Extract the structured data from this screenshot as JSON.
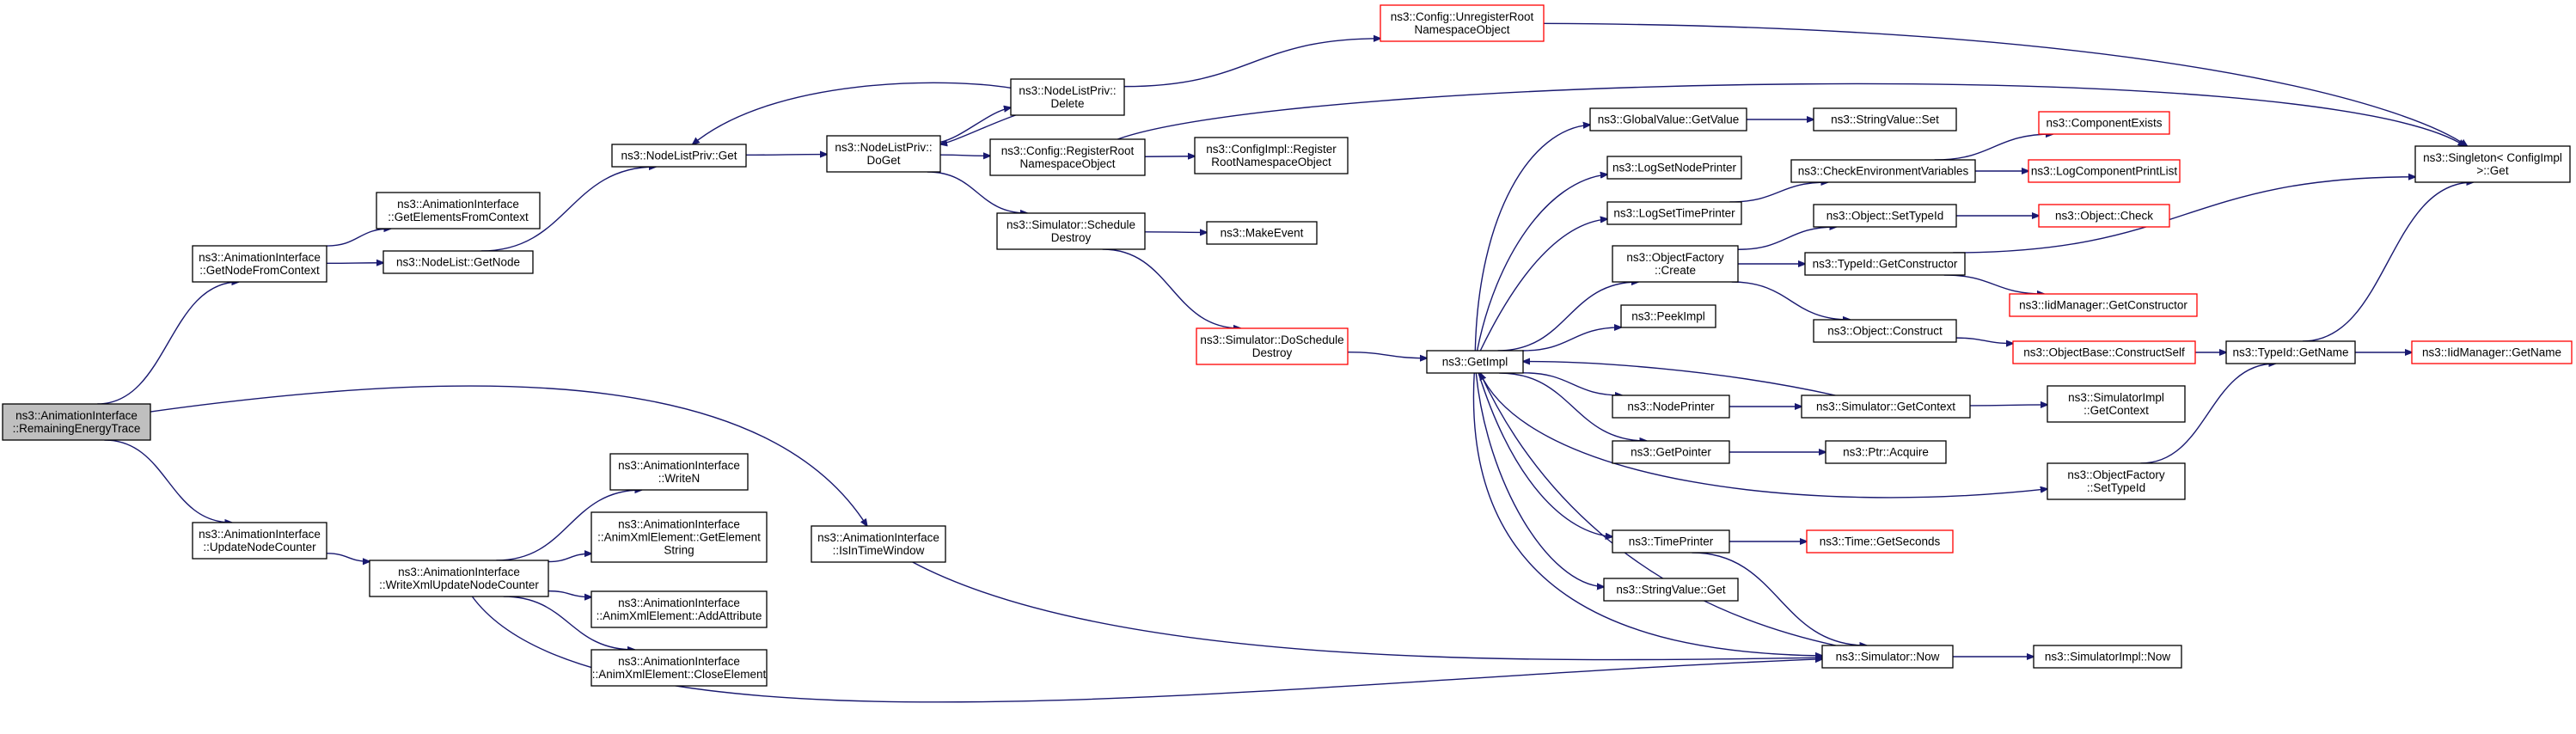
{
  "graph": {
    "edge_color": "#191970",
    "normal_border": "#000000",
    "truncated_border": "#ff0000",
    "root_fill": "#bfbfbf",
    "nodes": [
      {
        "id": "remaining",
        "lines": [
          "ns3::AnimationInterface",
          "::RemainingEnergyTrace"
        ],
        "style": "root"
      },
      {
        "id": "getnodefromctx",
        "lines": [
          "ns3::AnimationInterface",
          "::GetNodeFromContext"
        ],
        "style": "normal"
      },
      {
        "id": "updatenodecounter",
        "lines": [
          "ns3::AnimationInterface",
          "::UpdateNodeCounter"
        ],
        "style": "normal"
      },
      {
        "id": "isintimewindow",
        "lines": [
          "ns3::AnimationInterface",
          "::IsInTimeWindow"
        ],
        "style": "normal"
      },
      {
        "id": "getelemfromctx",
        "lines": [
          "ns3::AnimationInterface",
          "::GetElementsFromContext"
        ],
        "style": "normal"
      },
      {
        "id": "nodelistgetnode",
        "lines": [
          "ns3::NodeList::GetNode"
        ],
        "style": "normal"
      },
      {
        "id": "nodelistprivget",
        "lines": [
          "ns3::NodeListPriv::Get"
        ],
        "style": "normal"
      },
      {
        "id": "nodelistprivdoget",
        "lines": [
          "ns3::NodeListPriv::",
          "DoGet"
        ],
        "style": "normal"
      },
      {
        "id": "nodelistprivdelete",
        "lines": [
          "ns3::NodeListPriv::",
          "Delete"
        ],
        "style": "normal"
      },
      {
        "id": "configunregister",
        "lines": [
          "ns3::Config::UnregisterRoot",
          "NamespaceObject"
        ],
        "style": "truncated"
      },
      {
        "id": "configregister",
        "lines": [
          "ns3::Config::RegisterRoot",
          "NamespaceObject"
        ],
        "style": "normal"
      },
      {
        "id": "configimplregister",
        "lines": [
          "ns3::ConfigImpl::Register",
          "RootNamespaceObject"
        ],
        "style": "normal"
      },
      {
        "id": "simschedule",
        "lines": [
          "ns3::Simulator::Schedule",
          "Destroy"
        ],
        "style": "normal"
      },
      {
        "id": "makeevent",
        "lines": [
          "ns3::MakeEvent"
        ],
        "style": "normal"
      },
      {
        "id": "simdoschedule",
        "lines": [
          "ns3::Simulator::DoSchedule",
          "Destroy"
        ],
        "style": "truncated"
      },
      {
        "id": "getimpl",
        "lines": [
          "ns3::GetImpl"
        ],
        "style": "normal"
      },
      {
        "id": "globalvalueget",
        "lines": [
          "ns3::GlobalValue::GetValue"
        ],
        "style": "normal"
      },
      {
        "id": "stringvalueset",
        "lines": [
          "ns3::StringValue::Set"
        ],
        "style": "normal"
      },
      {
        "id": "logsetnodeprinter",
        "lines": [
          "ns3::LogSetNodePrinter"
        ],
        "style": "normal"
      },
      {
        "id": "logsettimeprinter",
        "lines": [
          "ns3::LogSetTimePrinter"
        ],
        "style": "normal"
      },
      {
        "id": "checkenv",
        "lines": [
          "ns3::CheckEnvironmentVariables"
        ],
        "style": "normal"
      },
      {
        "id": "componentexists",
        "lines": [
          "ns3::ComponentExists"
        ],
        "style": "truncated"
      },
      {
        "id": "logcomponentprintlist",
        "lines": [
          "ns3::LogComponentPrintList"
        ],
        "style": "truncated"
      },
      {
        "id": "objectfactorycreate",
        "lines": [
          "ns3::ObjectFactory",
          "::Create"
        ],
        "style": "normal"
      },
      {
        "id": "objectsettypeid",
        "lines": [
          "ns3::Object::SetTypeId"
        ],
        "style": "normal"
      },
      {
        "id": "objectcheck",
        "lines": [
          "ns3::Object::Check"
        ],
        "style": "truncated"
      },
      {
        "id": "typeidgetconstructor",
        "lines": [
          "ns3::TypeId::GetConstructor"
        ],
        "style": "normal"
      },
      {
        "id": "iidmanagergetconstructor",
        "lines": [
          "ns3::IidManager::GetConstructor"
        ],
        "style": "truncated"
      },
      {
        "id": "peekimpl",
        "lines": [
          "ns3::PeekImpl"
        ],
        "style": "normal"
      },
      {
        "id": "objectconstruct",
        "lines": [
          "ns3::Object::Construct"
        ],
        "style": "normal"
      },
      {
        "id": "objectbaseconstructself",
        "lines": [
          "ns3::ObjectBase::ConstructSelf"
        ],
        "style": "truncated"
      },
      {
        "id": "typeidgetname",
        "lines": [
          "ns3::TypeId::GetName"
        ],
        "style": "normal"
      },
      {
        "id": "iidmanagergetname",
        "lines": [
          "ns3::IidManager::GetName"
        ],
        "style": "truncated"
      },
      {
        "id": "singletonget",
        "lines": [
          "ns3::Singleton< ConfigImpl",
          ">::Get"
        ],
        "style": "normal"
      },
      {
        "id": "nodeprinter",
        "lines": [
          "ns3::NodePrinter"
        ],
        "style": "normal"
      },
      {
        "id": "simgetcontext",
        "lines": [
          "ns3::Simulator::GetContext"
        ],
        "style": "normal"
      },
      {
        "id": "simimplgetcontext",
        "lines": [
          "ns3::SimulatorImpl",
          "::GetContext"
        ],
        "style": "normal"
      },
      {
        "id": "getpointer",
        "lines": [
          "ns3::GetPointer"
        ],
        "style": "normal"
      },
      {
        "id": "ptracquire",
        "lines": [
          "ns3::Ptr::Acquire"
        ],
        "style": "normal"
      },
      {
        "id": "objectfactorysettypeid",
        "lines": [
          "ns3::ObjectFactory",
          "::SetTypeId"
        ],
        "style": "normal"
      },
      {
        "id": "timeprinter",
        "lines": [
          "ns3::TimePrinter"
        ],
        "style": "normal"
      },
      {
        "id": "timegetseconds",
        "lines": [
          "ns3::Time::GetSeconds"
        ],
        "style": "truncated"
      },
      {
        "id": "stringvalueget",
        "lines": [
          "ns3::StringValue::Get"
        ],
        "style": "normal"
      },
      {
        "id": "simnow",
        "lines": [
          "ns3::Simulator::Now"
        ],
        "style": "normal"
      },
      {
        "id": "simimplnow",
        "lines": [
          "ns3::SimulatorImpl::Now"
        ],
        "style": "normal"
      },
      {
        "id": "writen",
        "lines": [
          "ns3::AnimationInterface",
          "::WriteN"
        ],
        "style": "normal"
      },
      {
        "id": "writexmlupdate",
        "lines": [
          "ns3::AnimationInterface",
          "::WriteXmlUpdateNodeCounter"
        ],
        "style": "normal"
      },
      {
        "id": "getelementstring",
        "lines": [
          "ns3::AnimationInterface",
          "::AnimXmlElement::GetElement",
          "String"
        ],
        "style": "normal"
      },
      {
        "id": "addattribute",
        "lines": [
          "ns3::AnimationInterface",
          "::AnimXmlElement::AddAttribute"
        ],
        "style": "normal"
      },
      {
        "id": "closeelement",
        "lines": [
          "ns3::AnimationInterface",
          "::AnimXmlElement::CloseElement"
        ],
        "style": "normal"
      }
    ]
  }
}
